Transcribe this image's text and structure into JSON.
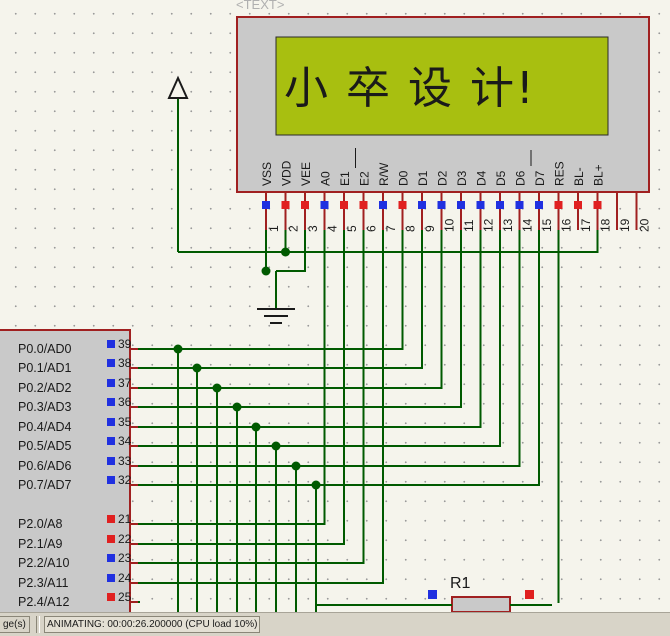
{
  "text_label": "<TEXT>",
  "lcd": {
    "display_text": "小 卒 设 计!",
    "pin_labels": [
      "VSS",
      "VDD",
      "VEE",
      "A0",
      "E1",
      "E2",
      "R/W",
      "D0",
      "D1",
      "D2",
      "D3",
      "D4",
      "D5",
      "D6",
      "D7",
      "RES",
      "BL-",
      "BL+"
    ],
    "pin_numbers": [
      "1",
      "2",
      "3",
      "4",
      "5",
      "6",
      "7",
      "8",
      "9",
      "10",
      "11",
      "12",
      "13",
      "14",
      "15",
      "16",
      "17",
      "18",
      "19",
      "20"
    ]
  },
  "mcu": {
    "pins": [
      {
        "label": "P0.0/AD0",
        "number": "39"
      },
      {
        "label": "P0.1/AD1",
        "number": "38"
      },
      {
        "label": "P0.2/AD2",
        "number": "37"
      },
      {
        "label": "P0.3/AD3",
        "number": "36"
      },
      {
        "label": "P0.4/AD4",
        "number": "35"
      },
      {
        "label": "P0.5/AD5",
        "number": "34"
      },
      {
        "label": "P0.6/AD6",
        "number": "33"
      },
      {
        "label": "P0.7/AD7",
        "number": "32"
      },
      {
        "label": "P2.0/A8",
        "number": "21"
      },
      {
        "label": "P2.1/A9",
        "number": "22"
      },
      {
        "label": "P2.2/A10",
        "number": "23"
      },
      {
        "label": "P2.3/A11",
        "number": "24"
      },
      {
        "label": "P2.4/A12",
        "number": "25"
      }
    ]
  },
  "resistor": {
    "label": "R1"
  },
  "colors": {
    "wire": "#005a00",
    "component": "#a02020",
    "lcd_bg": "#a8bf10",
    "pin_red": "#e02020",
    "pin_blue": "#2030e0"
  },
  "status": {
    "left_text": "ge(s)",
    "main_text": "ANIMATING: 00:00:26.200000 (CPU load 10%)"
  }
}
